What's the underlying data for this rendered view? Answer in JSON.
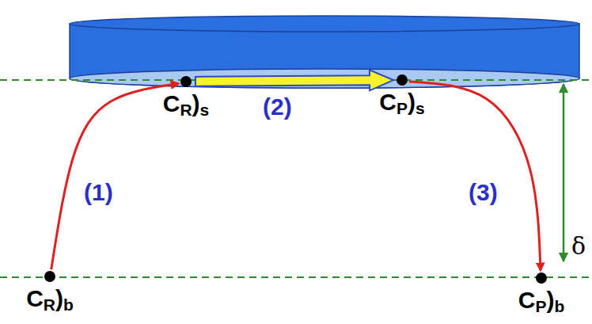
{
  "diagram": {
    "nodes": [
      {
        "text": [
          "CR)s"
        ]
      },
      {
        "text": [
          "CP)s"
        ]
      },
      {
        "text": [
          "CR)b"
        ]
      },
      {
        "text": [
          "CP)b"
        ]
      }
    ],
    "edges": [
      {
        "from": 2,
        "to": 0,
        "label": "(1)",
        "arrow": "to"
      },
      {
        "from": 0,
        "to": 1,
        "label": "(2)",
        "arrow": "to"
      },
      {
        "from": 1,
        "to": 3,
        "label": "(3)",
        "arrow": "to"
      }
    ],
    "labels": [
      "δ"
    ]
  }
}
